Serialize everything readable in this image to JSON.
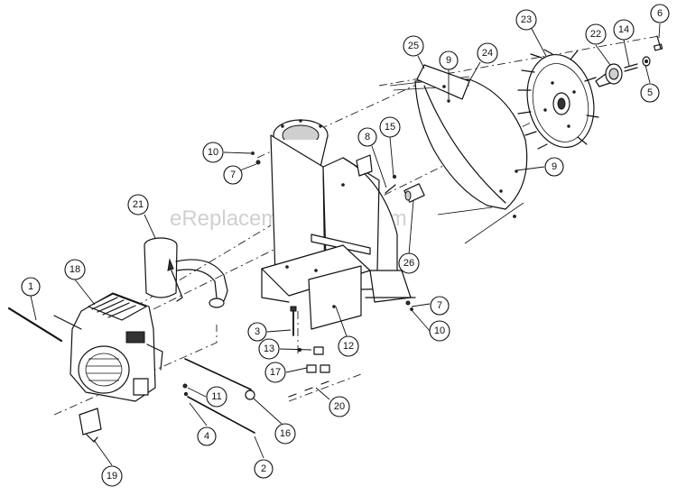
{
  "watermark": "eReplacementParts.com",
  "callouts": [
    {
      "id": "c1",
      "label": "1"
    },
    {
      "id": "c2",
      "label": "2"
    },
    {
      "id": "c3",
      "label": "3"
    },
    {
      "id": "c4",
      "label": "4"
    },
    {
      "id": "c5",
      "label": "5"
    },
    {
      "id": "c6",
      "label": "6"
    },
    {
      "id": "c7a",
      "label": "7"
    },
    {
      "id": "c7b",
      "label": "7"
    },
    {
      "id": "c8",
      "label": "8"
    },
    {
      "id": "c9a",
      "label": "9"
    },
    {
      "id": "c9b",
      "label": "9"
    },
    {
      "id": "c10a",
      "label": "10"
    },
    {
      "id": "c10b",
      "label": "10"
    },
    {
      "id": "c11",
      "label": "11"
    },
    {
      "id": "c12",
      "label": "12"
    },
    {
      "id": "c13",
      "label": "13"
    },
    {
      "id": "c14",
      "label": "14"
    },
    {
      "id": "c15",
      "label": "15"
    },
    {
      "id": "c16",
      "label": "16"
    },
    {
      "id": "c17",
      "label": "17"
    },
    {
      "id": "c18",
      "label": "18"
    },
    {
      "id": "c19",
      "label": "19"
    },
    {
      "id": "c20",
      "label": "20"
    },
    {
      "id": "c21",
      "label": "21"
    },
    {
      "id": "c22",
      "label": "22"
    },
    {
      "id": "c23",
      "label": "23"
    },
    {
      "id": "c24",
      "label": "24"
    },
    {
      "id": "c25",
      "label": "25"
    },
    {
      "id": "c26",
      "label": "26"
    }
  ]
}
